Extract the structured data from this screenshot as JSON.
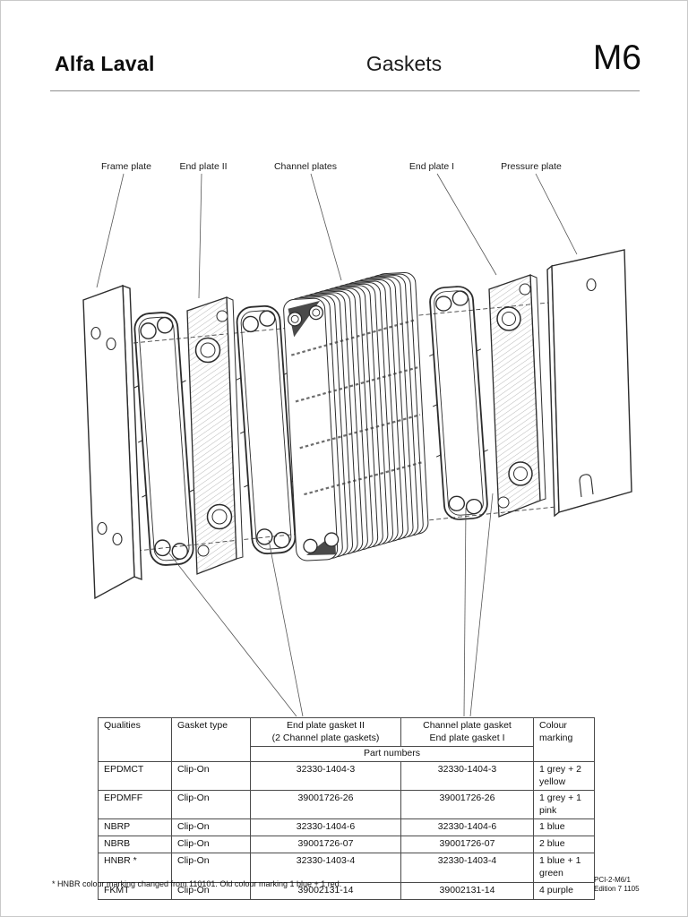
{
  "page": {
    "brand": "Alfa Laval",
    "title": "Gaskets",
    "model": "M6",
    "footnote": "* HNBR colour marking changed from 110101. Old colour marking 1 blue + 1 red.",
    "doc_ref_line1": "PCI-2-M6/1",
    "doc_ref_line2": "Edition 7 1105"
  },
  "diagram": {
    "labels": {
      "frame_plate": "Frame plate",
      "end_plate_ii": "End plate II",
      "channel_plates": "Channel plates",
      "end_plate_i": "End plate I",
      "pressure_plate": "Pressure plate"
    }
  },
  "table": {
    "headers": {
      "qualities": "Qualities",
      "gasket_type": "Gasket type",
      "end_plate_gasket_line1": "End plate gasket II",
      "end_plate_gasket_line2": "(2 Channel plate gaskets)",
      "channel_plate_gasket_line1": "Channel plate gasket",
      "channel_plate_gasket_line2": "End plate gasket I",
      "colour_line1": "Colour",
      "colour_line2": "marking",
      "part_numbers": "Part numbers"
    },
    "rows": [
      {
        "quality": "EPDMCT",
        "gasket_type": "Clip-On",
        "part_ii": "32330-1404-3",
        "part_i": "32330-1404-3",
        "colour": "1 grey + 2 yellow"
      },
      {
        "quality": "EPDMFF",
        "gasket_type": "Clip-On",
        "part_ii": "39001726-26",
        "part_i": "39001726-26",
        "colour": "1 grey + 1 pink"
      },
      {
        "quality": "NBRP",
        "gasket_type": "Clip-On",
        "part_ii": "32330-1404-6",
        "part_i": "32330-1404-6",
        "colour": "1 blue"
      },
      {
        "quality": "NBRB",
        "gasket_type": "Clip-On",
        "part_ii": "39001726-07",
        "part_i": "39001726-07",
        "colour": "2 blue"
      },
      {
        "quality": "HNBR *",
        "gasket_type": "Clip-On",
        "part_ii": "32330-1403-4",
        "part_i": "32330-1403-4",
        "colour": "1 blue + 1 green"
      },
      {
        "quality": "FKMT",
        "gasket_type": "Clip-On",
        "part_ii": "39002131-14",
        "part_i": "39002131-14",
        "colour": "4 purple"
      }
    ]
  }
}
